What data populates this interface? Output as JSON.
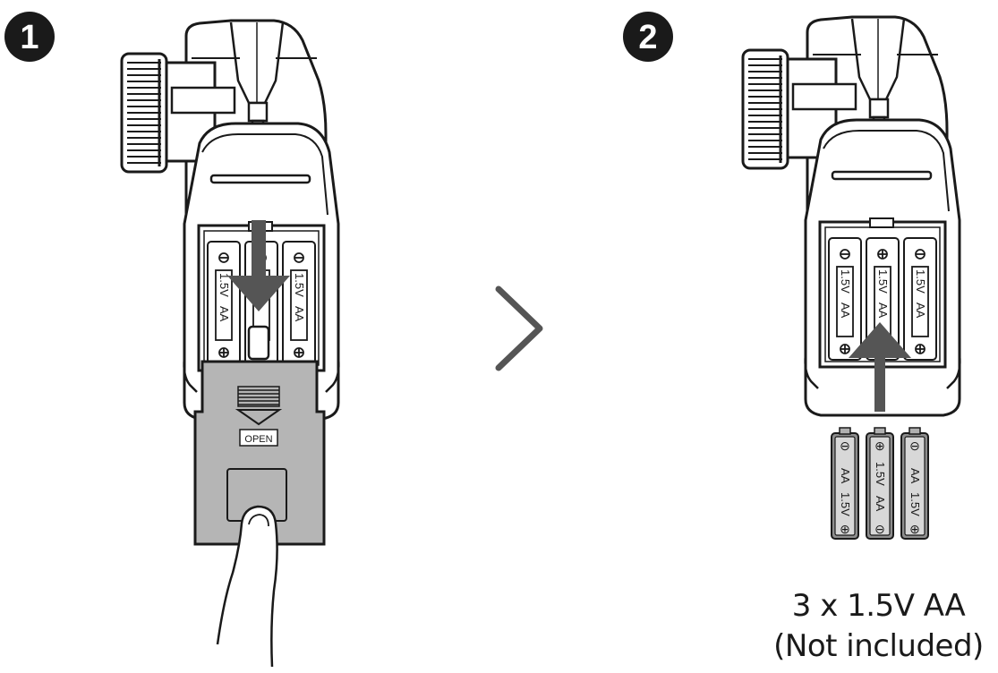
{
  "steps": [
    {
      "number": "1"
    },
    {
      "number": "2"
    }
  ],
  "cover": {
    "open_label": "OPEN"
  },
  "battery": {
    "label_voltage": "1.5V",
    "label_type": "AA",
    "plus_symbol": "⊕",
    "minus_symbol": "⊖"
  },
  "caption": {
    "line1": "3 x 1.5V AA",
    "line2": "(Not included)"
  },
  "colors": {
    "ink": "#1a1a1a",
    "cover_gray": "#b5b5b5",
    "arrow_gray": "#555555",
    "battery_gray": "#8e8e8e",
    "battery_light": "#d8d8d8"
  },
  "icons": {
    "next": "chevron-right-icon",
    "finger": "finger-icon",
    "insert": "arrow-up-icon",
    "slide": "arrow-down-icon"
  }
}
